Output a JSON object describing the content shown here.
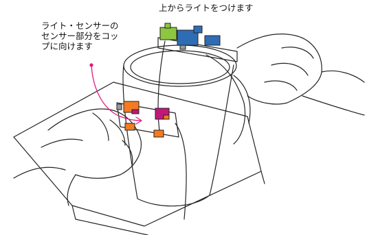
{
  "annotations": {
    "top": "上からライトをつけます",
    "side_lines": [
      "ライト・センサーの",
      "センサー部分をコッ",
      "プに向けます"
    ]
  },
  "colors": {
    "line": "#222222",
    "pointer": "#e0197d",
    "green_module": "#8dc63f",
    "blue_module": "#2e6db4",
    "orange_module": "#f47b20",
    "magenta_module": "#c2187a",
    "connector_gray": "#9a9a9a"
  }
}
